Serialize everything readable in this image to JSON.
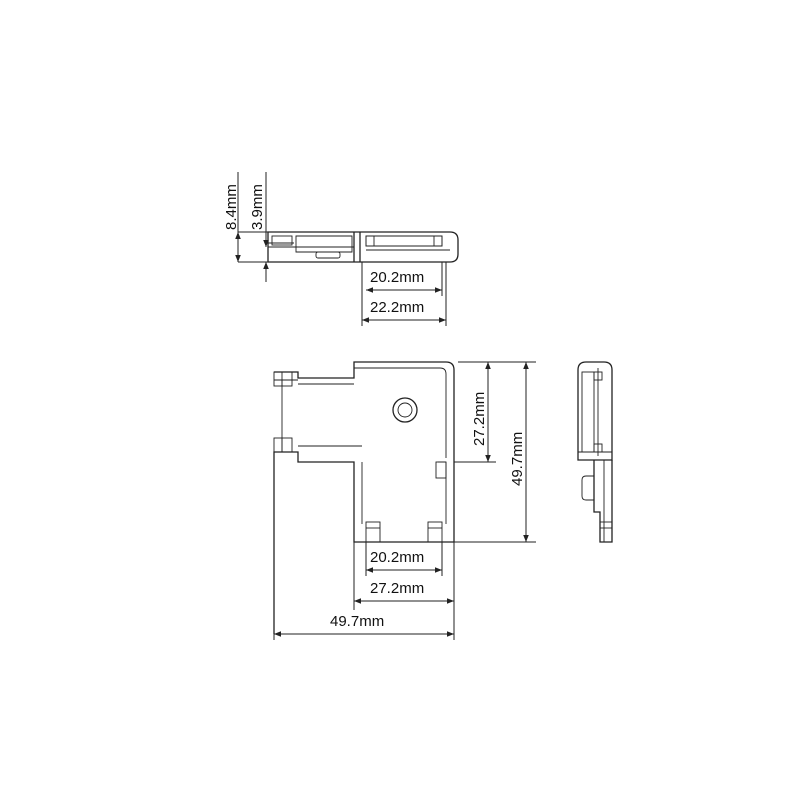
{
  "dimensions": {
    "side_height_total": "8.4mm",
    "side_height_small": "3.9mm",
    "side_inner_width": "20.2mm",
    "side_outer_width": "22.2mm",
    "front_right_upper": "27.2mm",
    "front_right_total": "49.7mm",
    "front_bottom_inner": "20.2mm",
    "front_bottom_mid": "27.2mm",
    "front_bottom_total": "49.7mm"
  }
}
